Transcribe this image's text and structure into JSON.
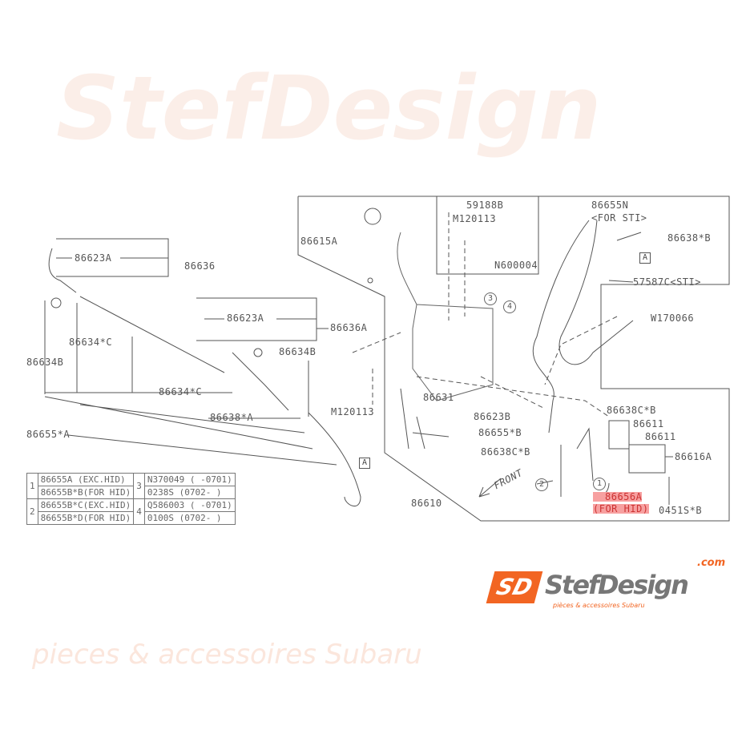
{
  "labels": {
    "p59188B": "59188B",
    "m120113a": "M120113",
    "p86615A": "86615A",
    "n600004": "N600004",
    "p86655N": "86655N",
    "for_sti": "<FOR STI>",
    "p86638B": "86638*B",
    "a1": "A",
    "p57587C": "57587C<STI>",
    "p86623A_1": "86623A",
    "p86636": "86636",
    "p86623A_2": "86623A",
    "p86636A": "86636A",
    "c3": "3",
    "c4": "4",
    "w170066": "W170066",
    "p86634C_1": "86634*C",
    "p86634B_1": "86634B",
    "p86634B_2": "86634B",
    "p86634C_2": "86634*C",
    "m120113b": "M120113",
    "p86631": "86631",
    "p86623B": "86623B",
    "p86638CB_1": "86638C*B",
    "p86611_1": "86611",
    "p86611_2": "86611",
    "p86638A": "86638*A",
    "p86655A": "86655*A",
    "p86655B": "86655*B",
    "p86638CB_2": "86638C*B",
    "p86616A": "86616A",
    "a2": "A",
    "front": "FRONT",
    "c2": "2",
    "c1": "1",
    "p86610": "86610",
    "p86656A": "86656A",
    "for_hid": "(FOR HID)",
    "p0451S": "0451S*B"
  },
  "key_table": [
    {
      "num": "1",
      "rows": [
        "86655A   (EXC.HID)",
        "86655B*B(FOR HID)"
      ]
    },
    {
      "num": "2",
      "rows": [
        "86655B*C(EXC.HID)",
        "86655B*D(FOR HID)"
      ]
    },
    {
      "num": "3",
      "rows": [
        "N370049  ( -0701)",
        "0238S    (0702- )"
      ]
    },
    {
      "num": "4",
      "rows": [
        "Q586003  ( -0701)",
        "0100S    (0702- )"
      ]
    }
  ],
  "watermark": {
    "text": "pieces & accessoires Subaru",
    "brand": "StefDesign"
  },
  "logo": {
    "mark": "SD",
    "name": "StefDesign",
    ".com": ".com",
    "tagline": "pièces & accessoires Subaru",
    "color": "#f26522"
  }
}
